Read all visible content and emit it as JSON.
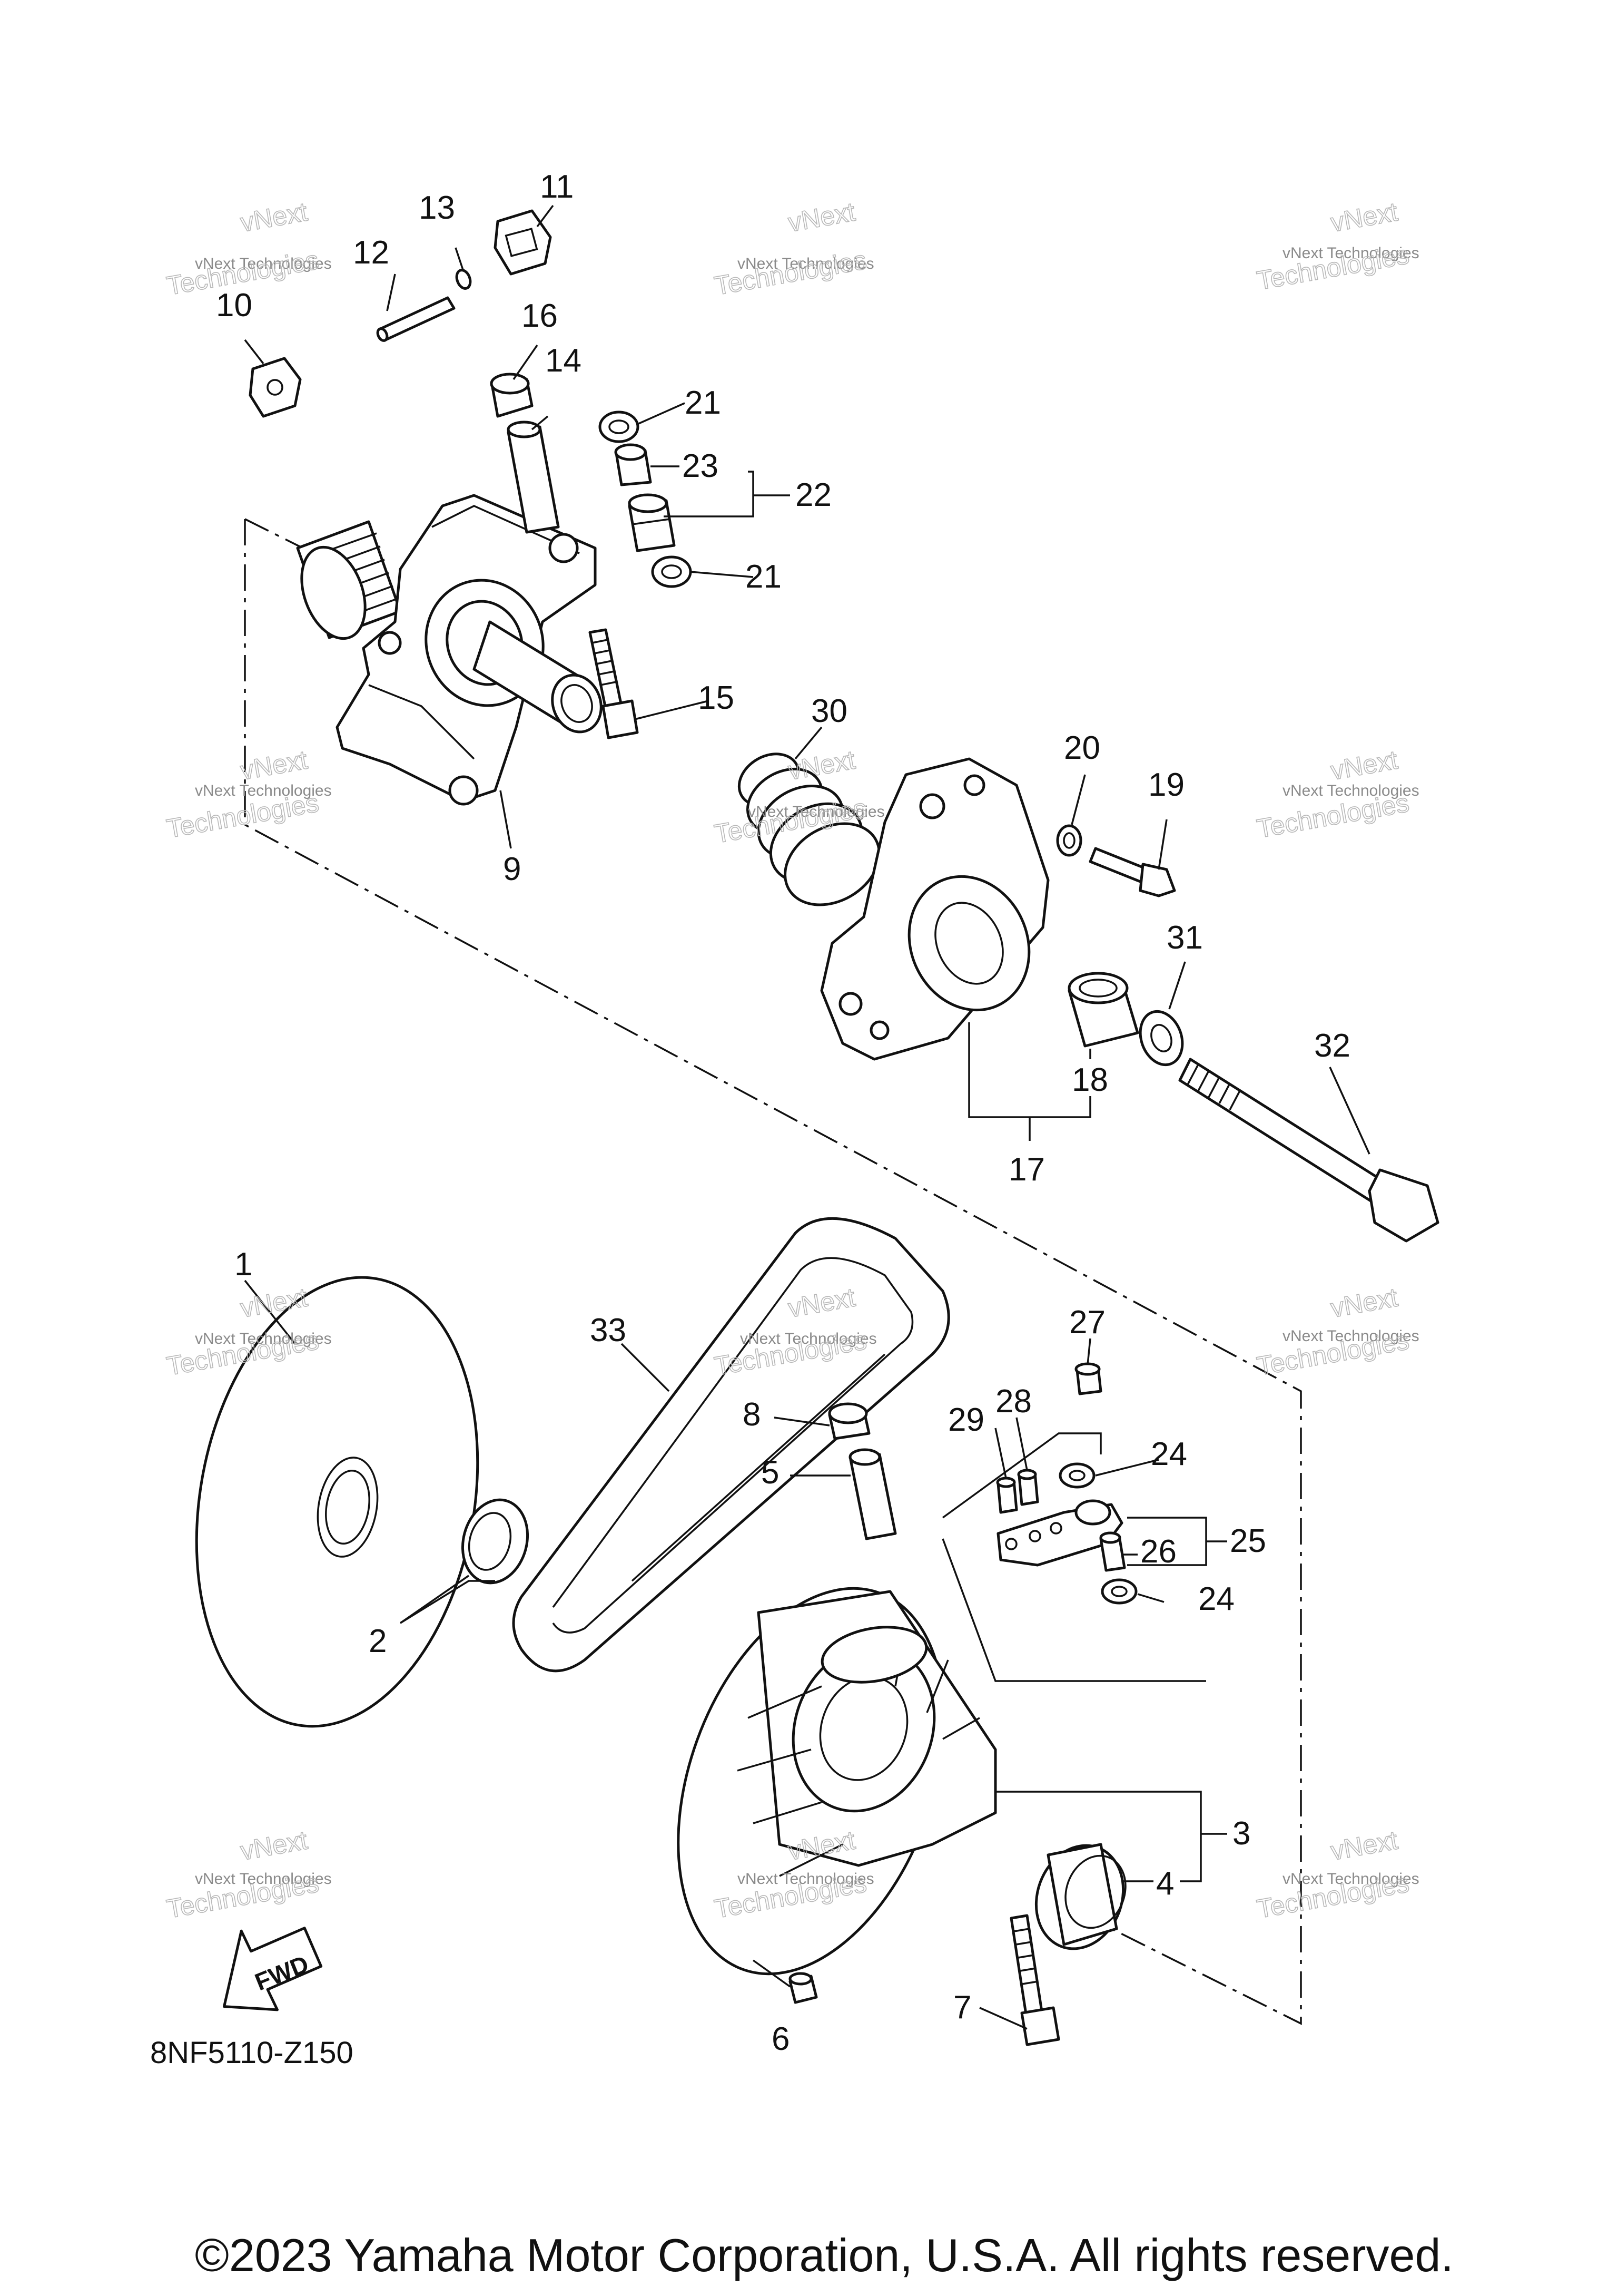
{
  "diagram": {
    "callouts": {
      "c1": "1",
      "c2": "2",
      "c3": "3",
      "c4": "4",
      "c5": "5",
      "c6": "6",
      "c7": "7",
      "c8": "8",
      "c9": "9",
      "c10": "10",
      "c11": "11",
      "c12": "12",
      "c13": "13",
      "c14": "14",
      "c15": "15",
      "c16": "16",
      "c17": "17",
      "c18": "18",
      "c19": "19",
      "c20": "20",
      "c21a": "21",
      "c21b": "21",
      "c22": "22",
      "c23": "23",
      "c24a": "24",
      "c24b": "24",
      "c25": "25",
      "c26": "26",
      "c27": "27",
      "c28": "28",
      "c29": "29",
      "c30": "30",
      "c31": "31",
      "c32": "32",
      "c33": "33"
    },
    "watermark": {
      "small": "vNext Technologies",
      "big_1": "vNext",
      "big_2": "Technologies"
    },
    "fwd_label": "FWD",
    "diagram_code": "8NF5110-Z150"
  },
  "footer": {
    "copyright": "©2023 Yamaha Motor Corporation, U.S.A. All rights reserved."
  }
}
